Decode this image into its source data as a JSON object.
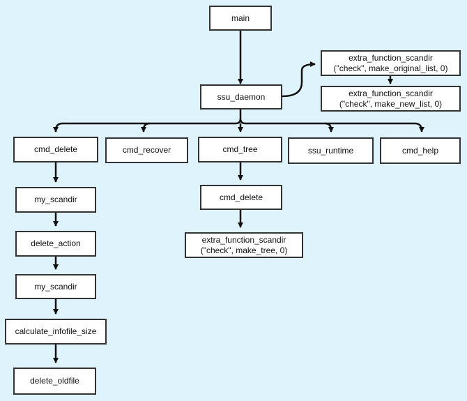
{
  "nodes": {
    "main": "main",
    "ssu_daemon": "ssu_daemon",
    "extra_original_l1": "extra_function_scandir",
    "extra_original_l2": "(\"check\", make_original_list, 0)",
    "extra_new_l1": "extra_function_scandir",
    "extra_new_l2": "(\"check\", make_new_list, 0)",
    "cmd_delete": "cmd_delete",
    "cmd_recover": "cmd_recover",
    "cmd_tree": "cmd_tree",
    "ssu_runtime": "ssu_runtime",
    "cmd_help": "cmd_help",
    "my_scandir_1": "my_scandir",
    "delete_action": "delete_action",
    "my_scandir_2": "my_scandir",
    "calculate_infofile_size": "calculate_infofile_size",
    "delete_oldfile": "delete_oldfile",
    "tree_cmd_delete": "cmd_delete",
    "extra_tree_l1": "extra_function_scandir",
    "extra_tree_l2": "(\"check\", make_tree, 0)"
  },
  "colors": {
    "background": "#dff3fd",
    "node_fill": "#ffffff",
    "node_border": "#333333",
    "edge": "#111111"
  }
}
